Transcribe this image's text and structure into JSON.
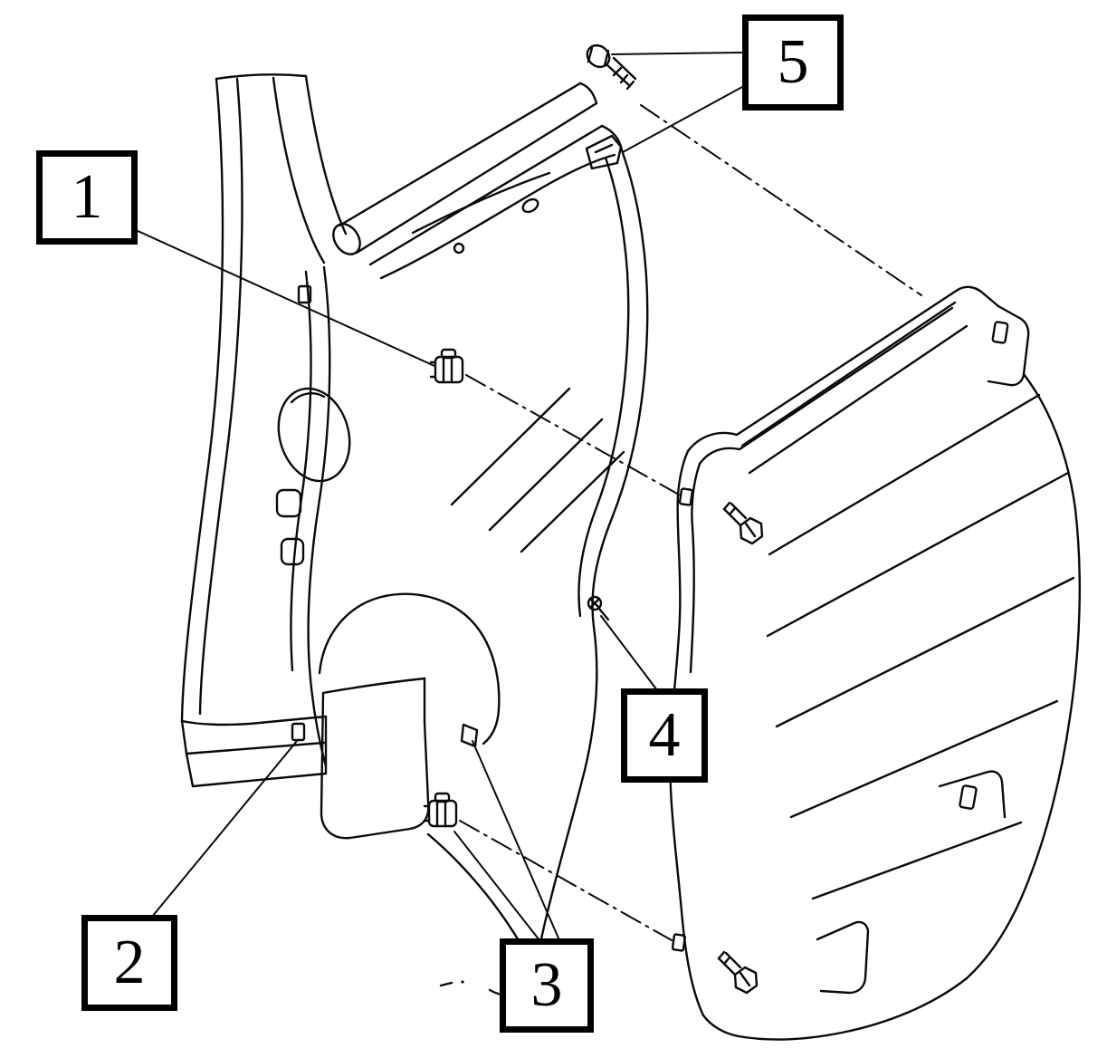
{
  "diagram": {
    "kind": "exploded-parts-line-drawing",
    "callouts": [
      {
        "label": "1"
      },
      {
        "label": "2"
      },
      {
        "label": "3"
      },
      {
        "label": "4"
      },
      {
        "label": "5"
      }
    ],
    "colors": {
      "background": "#ffffff",
      "line": "#000000",
      "callout_border": "#000000"
    }
  }
}
